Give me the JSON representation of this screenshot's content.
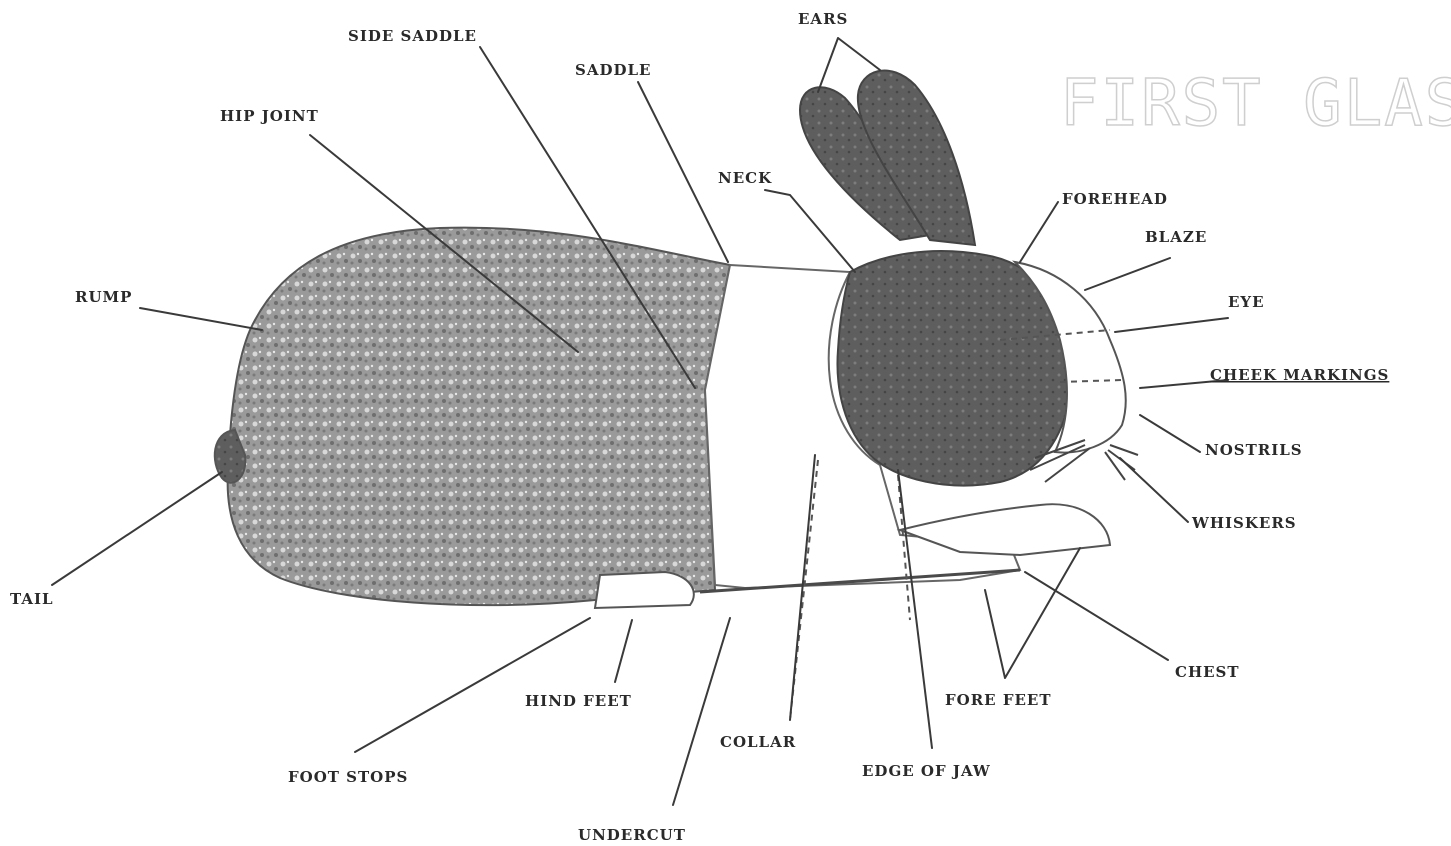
{
  "stamp_text": "FIRST GLASS",
  "labels": {
    "ears": "EARS",
    "side_saddle": "SIDE SADDLE",
    "saddle": "SADDLE",
    "hip_joint": "HIP JOINT",
    "neck": "NECK",
    "forehead": "FOREHEAD",
    "blaze": "BLAZE",
    "rump": "RUMP",
    "eye": "EYE",
    "cheek_markings": "CHEEK MARKINGS",
    "nostrils": "NOSTRILS",
    "whiskers": "WHISKERS",
    "tail": "TAIL",
    "chest": "CHEST",
    "hind_feet": "HIND FEET",
    "fore_feet": "FORE FEET",
    "collar": "COLLAR",
    "edge_of_jaw": "EDGE OF JAW",
    "foot_stops": "FOOT STOPS",
    "undercut": "UNDERCUT"
  },
  "colors": {
    "coat_dark": "#5a5a5a",
    "coat_mottled": "#8a8a8a",
    "white_band": "#ffffff",
    "ink": "#2a2a2a"
  }
}
